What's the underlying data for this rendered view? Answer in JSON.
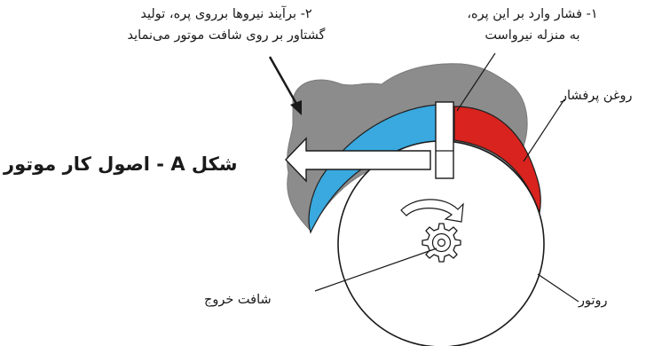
{
  "caption_pressure": {
    "line1": "۱- فشار وارد بر این پره،",
    "line2": "به منزله نیرواست"
  },
  "caption_force": {
    "line1": "۲- برآیند نیروها برروی پره، تولید",
    "line2": "گشتاور بر روی شافت موتور می‌نماید"
  },
  "labels": {
    "oil": "روغن پرفشار",
    "rotor": "روتور",
    "shaft": "شافت خروج"
  },
  "figure_title": {
    "text": "شکل A - اصول کار موتور"
  },
  "colors": {
    "housing": "#8c8c8c",
    "low_pressure": "#39a9df",
    "high_pressure": "#d8231e",
    "arrow": "#ffffff"
  }
}
